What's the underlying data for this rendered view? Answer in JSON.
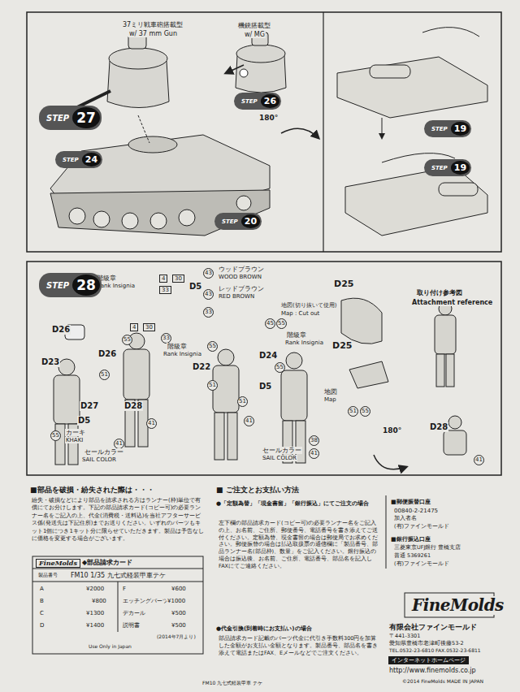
{
  "diagram": {
    "nodes": [
      {
        "text": [
          "STEP",
          "27"
        ]
      },
      {
        "text": [
          "STEP",
          "24"
        ]
      },
      {
        "text": [
          "STEP",
          "26"
        ]
      },
      {
        "text": [
          "STEP",
          "20"
        ]
      },
      {
        "text": [
          "STEP",
          "19"
        ]
      },
      {
        "text": [
          "STEP",
          "19"
        ]
      },
      {
        "text": [
          "STEP",
          "28"
        ]
      }
    ],
    "labels": [
      "37ミリ戦車砲搭載型",
      "w/ 37 mm Gun",
      "機銃搭載型",
      "w/ MG",
      "180°",
      "階級章",
      "Rank Insignia",
      "4",
      "30",
      "33",
      "43",
      "ウッドブラウン",
      "WOOD BROWN",
      "D5",
      "43",
      "レッドブラウン",
      "RED BROWN",
      "33",
      "地図(切り抜いて使用)",
      "Map : Cut out",
      "D25",
      "取り付け参考図",
      "Attachment reference",
      "D26",
      "D23",
      "D26",
      "4",
      "30",
      "33",
      "55",
      "階級章",
      "Rank Insignia",
      "51",
      "D27",
      "D28",
      "D5",
      "41",
      "55",
      "カーキ",
      "KHAKI",
      "41",
      "セールカラー",
      "SAIL COLOR",
      "D22",
      "55",
      "51",
      "D5",
      "45",
      "55",
      "階級章",
      "Rank Insignia",
      "D24",
      "55",
      "51",
      "41",
      "38",
      "41",
      "セールカラー",
      "SAIL COLOR",
      "地図",
      "Map",
      "51",
      "55",
      "D25",
      "180°",
      "D28",
      "41",
      "■部品を破損・紛失された際は・・・",
      "紛失・破損などにより部品を請求される方はランナー(枠)単位で有償にてお分けします。下記の部品請求カード(コピー可)の必要ランナー名をご記入の上、代金(消費税・送料込)を当社アフターサービス係(発送先は下記住所)までお送りください。いずれのパーツもキット1個につき1キット分に限らせていただきます。製品は予告なしに価格を変更する場合がございます。",
      "FineMolds",
      "◆部品請求カード",
      "製品番号",
      "FM10 1/35 九七式軽装甲車テケ",
      "A",
      "¥2000",
      "B",
      "¥800",
      "C",
      "¥1300",
      "D",
      "¥1400",
      "F",
      "¥600",
      "エッチングパーツ",
      "¥1000",
      "デカール",
      "¥500",
      "説明書",
      "¥500",
      "(2014年7月より)",
      "Use Only in Japan",
      "■ ご注文とお支払い方法",
      "●「定額為替」「現金書留」「銀行振込」にてご注文の場合",
      "左下欄の部品請求カード(コピー可)の必要ランナー名をご記入の上、お名前、ご住所、郵便番号、電話番号を書き添えてご送付ください。定額為替、現金書留の場合は郵便局でお求めください。郵便振替の場合は払込取扱票の通信欄に「製品番号、部品ランナー名(部品枠)、数量」をご記入ください。銀行振込の場合は振込後、お名前、ご住所、電話番号、部品名を記入しFAXにてご連絡ください。",
      "●代金引換(到着時にお支払い)の場合",
      "部品請求カード記載のパーツ代金に代引き手数料300円を加算した金額がお支払い金額となります。製品番号、部品名を書き添えて電話またはFAX、Eメールなどでご注文ください。",
      "■郵便振替口座",
      "00840-2-21475",
      "加入者名",
      "(有)ファインモールド",
      "■銀行振込口座",
      "三菱東京UFJ銀行 豊橋支店",
      "普通 5369261",
      "(有)ファインモールド",
      "FineMolds",
      "有限会社ファインモールド",
      "〒441-3301",
      "愛知県豊橋市老津町後藤53-2",
      "TEL.0532-23-6810 FAX.0532-23-6811",
      "インターネットホームページ",
      "http://www.finemolds.co.jp",
      "©2014 FineMolds MADE IN JAPAN",
      "FM10 九七式軽装甲車 テケ"
    ]
  }
}
